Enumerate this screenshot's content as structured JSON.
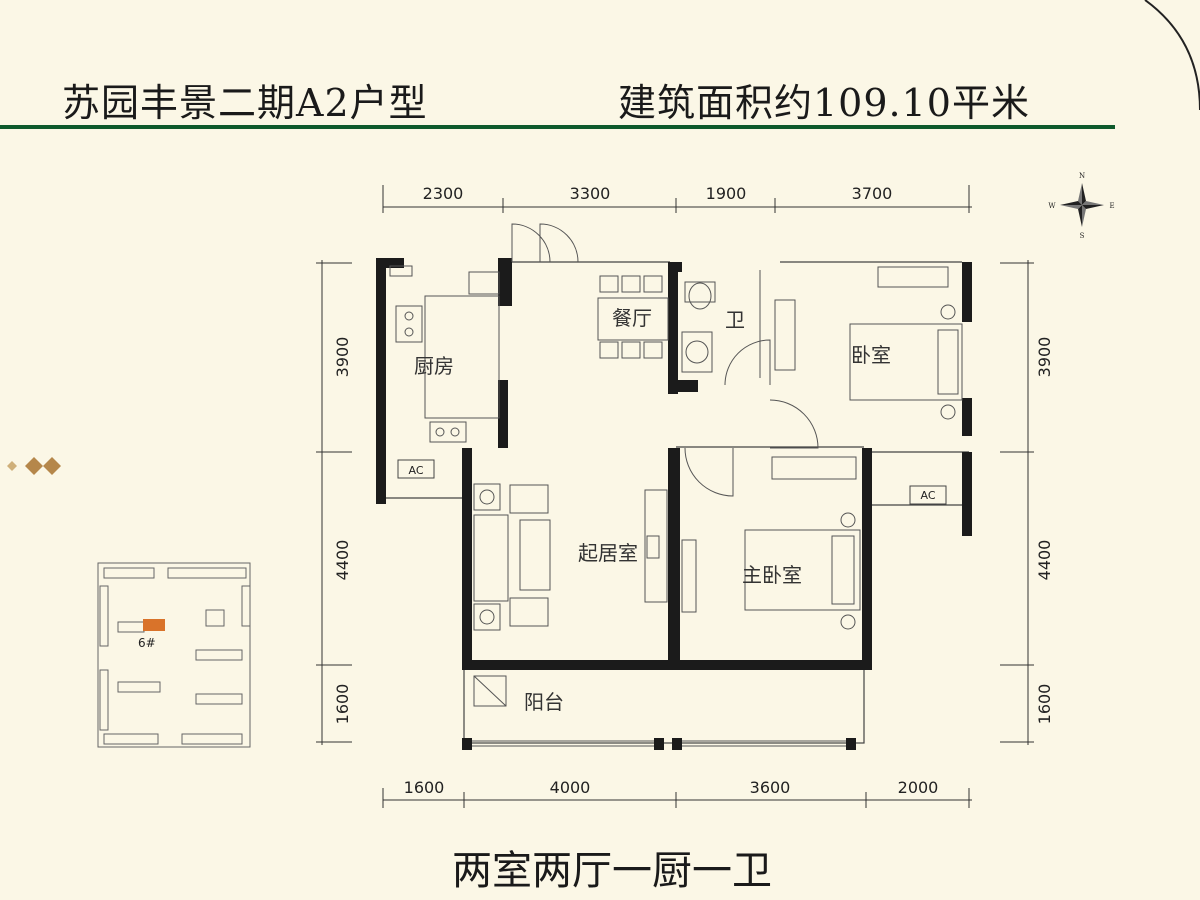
{
  "header": {
    "title": "苏园丰景二期A2户型",
    "area": "建筑面积约109.10平米"
  },
  "footer": {
    "layout_desc": "两室两厅一厨一卫"
  },
  "dimensions": {
    "top": [
      "2300",
      "3300",
      "1900",
      "3700"
    ],
    "bottom": [
      "1600",
      "4000",
      "3600",
      "2000"
    ],
    "left": [
      "3900",
      "4400",
      "1600"
    ],
    "right": [
      "3900",
      "4400",
      "1600"
    ]
  },
  "rooms": {
    "kitchen": "厨房",
    "dining": "餐厅",
    "bathroom": "卫",
    "bedroom": "卧室",
    "living": "起居室",
    "master": "主卧室",
    "balcony": "阳台"
  },
  "ac_label": "AC",
  "site_plan": {
    "building": "6#"
  },
  "compass": {
    "n": "N",
    "s": "S",
    "e": "E",
    "w": "W"
  },
  "colors": {
    "accent_line": "#0e5a2c",
    "diamond": "#b5874a",
    "marker": "#d9732a"
  }
}
